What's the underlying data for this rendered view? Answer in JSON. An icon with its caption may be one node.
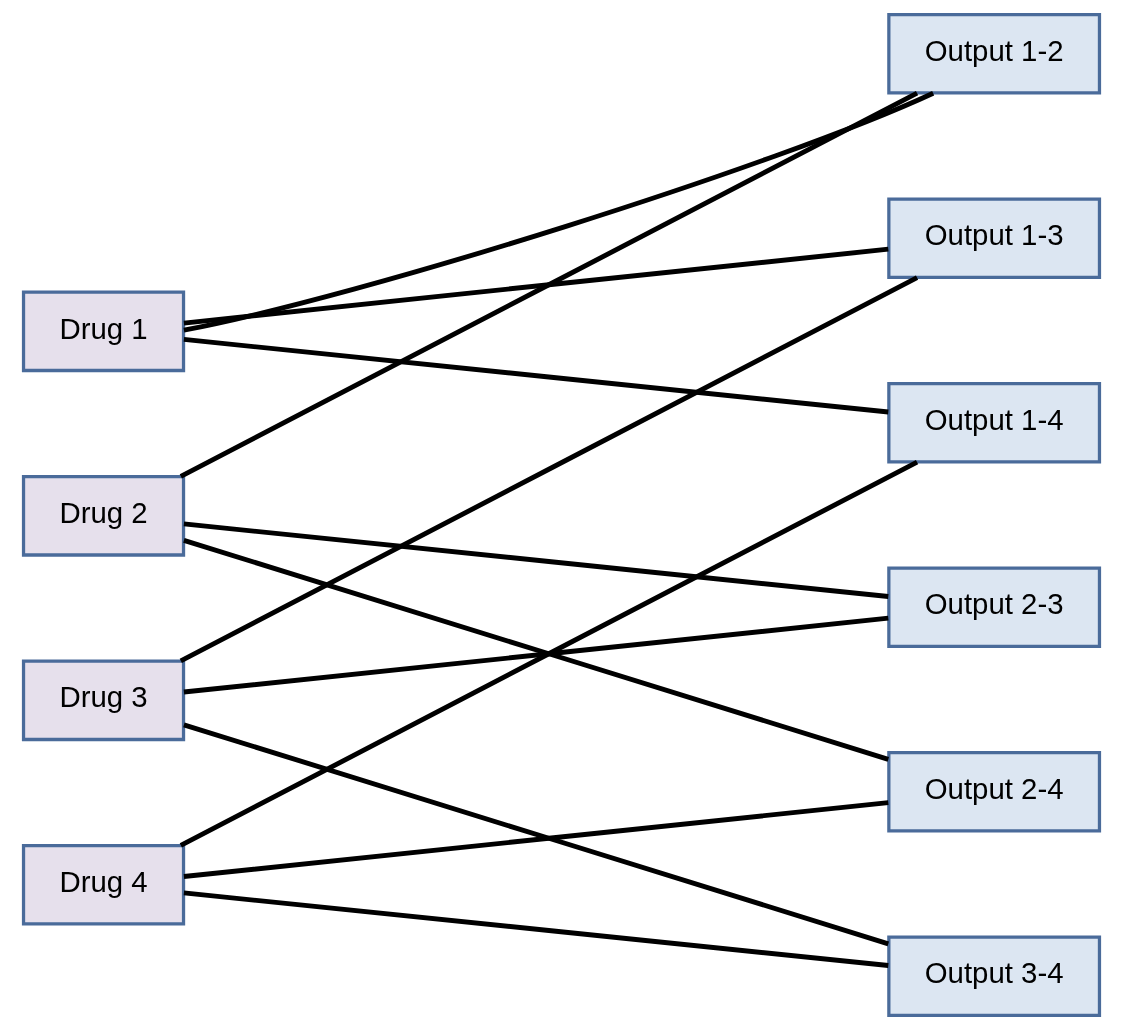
{
  "diagram": {
    "nodes": [
      {
        "text": [
          "Drug 1"
        ]
      },
      {
        "text": [
          "Drug 2"
        ]
      },
      {
        "text": [
          "Drug 3"
        ]
      },
      {
        "text": [
          "Drug 4"
        ]
      },
      {
        "text": [
          "Output 1-2"
        ]
      },
      {
        "text": [
          "Output 1-3"
        ]
      },
      {
        "text": [
          "Output 1-4"
        ]
      },
      {
        "text": [
          "Output 2-3"
        ]
      },
      {
        "text": [
          "Output 2-4"
        ]
      },
      {
        "text": [
          "Output 3-4"
        ]
      }
    ],
    "edges": [
      {
        "from": 0,
        "to": 4,
        "arrow": "none"
      },
      {
        "from": 0,
        "to": 5,
        "arrow": "none"
      },
      {
        "from": 0,
        "to": 6,
        "arrow": "none"
      },
      {
        "from": 1,
        "to": 4,
        "arrow": "none"
      },
      {
        "from": 1,
        "to": 7,
        "arrow": "none"
      },
      {
        "from": 1,
        "to": 8,
        "arrow": "none"
      },
      {
        "from": 2,
        "to": 5,
        "arrow": "none"
      },
      {
        "from": 2,
        "to": 7,
        "arrow": "none"
      },
      {
        "from": 2,
        "to": 9,
        "arrow": "none"
      },
      {
        "from": 3,
        "to": 6,
        "arrow": "none"
      },
      {
        "from": 3,
        "to": 8,
        "arrow": "none"
      },
      {
        "from": 3,
        "to": 9,
        "arrow": "none"
      }
    ]
  }
}
